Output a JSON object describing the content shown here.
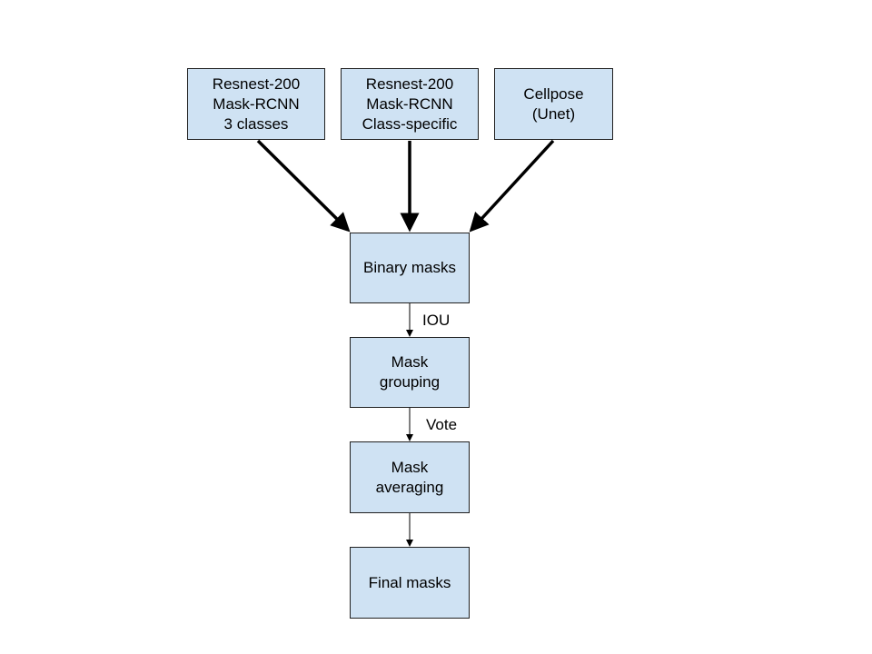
{
  "diagram": {
    "nodes": {
      "model_a": "Resnest-200\nMask-RCNN\n3 classes",
      "model_b": "Resnest-200\nMask-RCNN\nClass-specific",
      "model_c": "Cellpose\n(Unet)",
      "binary_masks": "Binary masks",
      "mask_grouping": "Mask\ngrouping",
      "mask_averaging": "Mask\naveraging",
      "final_masks": "Final masks"
    },
    "edge_labels": {
      "iou": "IOU",
      "vote": "Vote"
    },
    "colors": {
      "node_fill": "#cfe2f3",
      "node_border": "#202020",
      "arrow": "#000000"
    }
  }
}
